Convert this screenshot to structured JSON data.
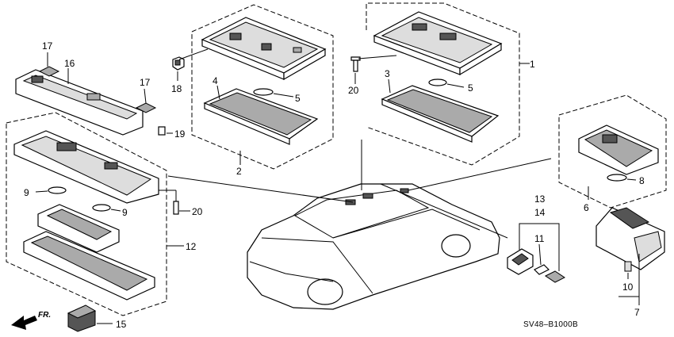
{
  "callouts": {
    "c1": "1",
    "c2": "2",
    "c3": "3",
    "c4": "4",
    "c5a": "5",
    "c5b": "5",
    "c6": "6",
    "c7": "7",
    "c8": "8",
    "c9a": "9",
    "c9b": "9",
    "c10": "10",
    "c11": "11",
    "c12": "12",
    "c13": "13",
    "c14": "14",
    "c15": "15",
    "c16": "16",
    "c17a": "17",
    "c17b": "17",
    "c18": "18",
    "c19": "19",
    "c20a": "20",
    "c20b": "20"
  },
  "diagram_code": "SV48–B1000B",
  "front_arrow_label": "FR."
}
